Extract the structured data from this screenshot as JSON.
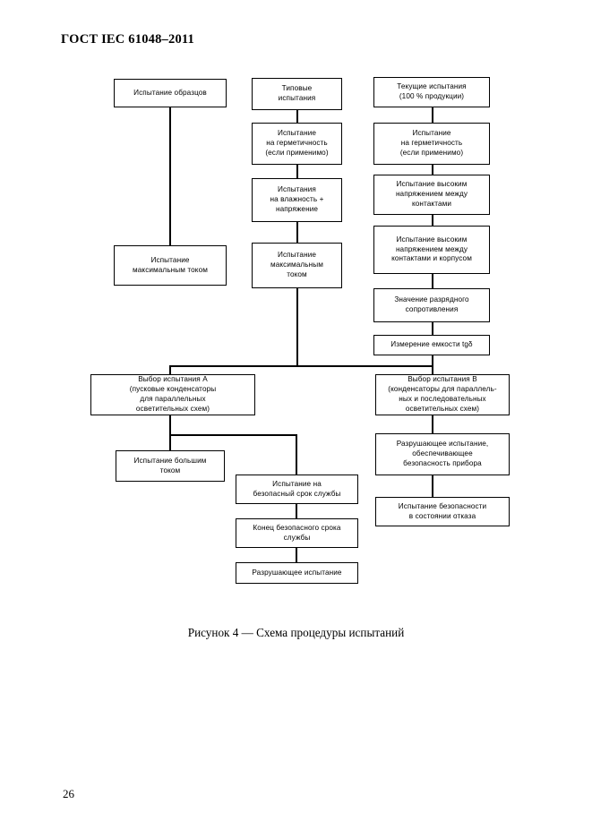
{
  "document": {
    "header": "ГОСТ IEC 61048–2011",
    "page_number": "26",
    "figure_caption": "Рисунок 4 — Схема процедуры испытаний"
  },
  "chart_data": {
    "type": "diagram",
    "title": "Рисунок 4 — Схема процедуры испытаний",
    "nodes": [
      {
        "id": "n1",
        "label": "Испытание образцов"
      },
      {
        "id": "n2",
        "label": "Типовые\nиспытания"
      },
      {
        "id": "n3",
        "label": "Текущие испытания\n(100 % продукции)"
      },
      {
        "id": "n4",
        "label": "Испытание\nна герметичность\n(если применимо)"
      },
      {
        "id": "n5",
        "label": "Испытание\nна герметичность\n(если применимо)"
      },
      {
        "id": "n6",
        "label": "Испытания\nна  влажность +\nнапряжение"
      },
      {
        "id": "n7",
        "label": "Испытание высоким\nнапряжением между\nконтактами"
      },
      {
        "id": "n8",
        "label": "Испытание\nмаксимальным током"
      },
      {
        "id": "n9",
        "label": "Испытание\nмаксимальным\nтоком"
      },
      {
        "id": "n10",
        "label": "Испытание высоким\nнапряжением между\nконтактами и корпусом"
      },
      {
        "id": "n11",
        "label": "Значение разрядного\nсопротивления"
      },
      {
        "id": "n12",
        "label": "Измерение емкости tgδ"
      },
      {
        "id": "n13",
        "label": "Выбор испытания А\n(пусковые конденсаторы\nдля параллельных\nосветительных схем)"
      },
      {
        "id": "n14",
        "label": "Выбор испытания В\n(конденсаторы для параллель-\nных и последовательных\nосветительных схем)"
      },
      {
        "id": "n15",
        "label": "Испытание большим\nтоком"
      },
      {
        "id": "n16",
        "label": "Разрушающее испытание,\nобеспечивающее\nбезопасность прибора"
      },
      {
        "id": "n17",
        "label": "Испытание на\nбезопасный срок службы"
      },
      {
        "id": "n18",
        "label": "Испытание безопасности\nв состоянии отказа"
      },
      {
        "id": "n19",
        "label": "Конец безопасного срока\nслужбы"
      },
      {
        "id": "n20",
        "label": "Разрушающее испытание"
      }
    ],
    "edges": [
      {
        "from": "n1",
        "to": "n8"
      },
      {
        "from": "n2",
        "to": "n4"
      },
      {
        "from": "n4",
        "to": "n6"
      },
      {
        "from": "n6",
        "to": "n9"
      },
      {
        "from": "n9",
        "to": "n13"
      },
      {
        "from": "n9",
        "to": "n14"
      },
      {
        "from": "n3",
        "to": "n5"
      },
      {
        "from": "n5",
        "to": "n7"
      },
      {
        "from": "n7",
        "to": "n10"
      },
      {
        "from": "n10",
        "to": "n11"
      },
      {
        "from": "n11",
        "to": "n12"
      },
      {
        "from": "n13",
        "to": "n15"
      },
      {
        "from": "n13",
        "to": "n17"
      },
      {
        "from": "n14",
        "to": "n16"
      },
      {
        "from": "n16",
        "to": "n18"
      },
      {
        "from": "n17",
        "to": "n19"
      },
      {
        "from": "n19",
        "to": "n20"
      }
    ]
  }
}
